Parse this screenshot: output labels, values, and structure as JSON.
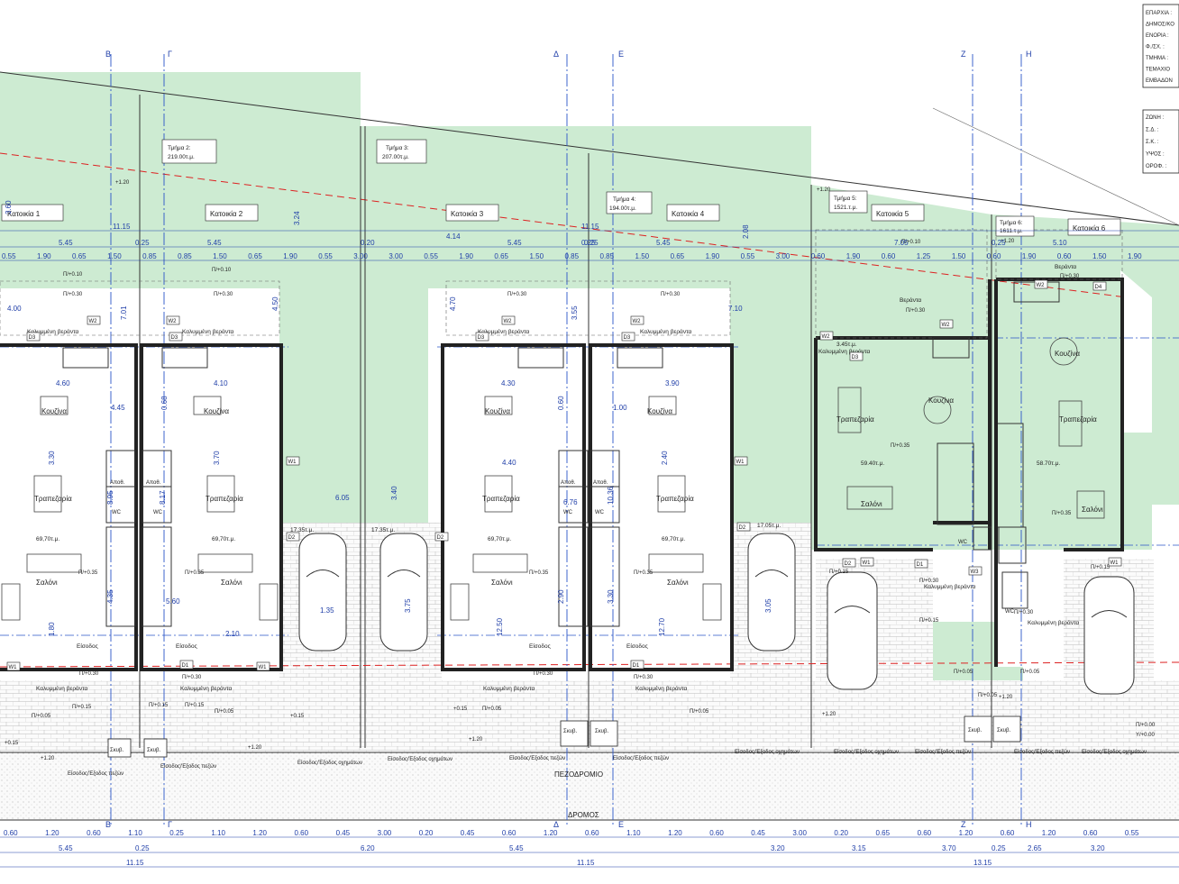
{
  "title_block": {
    "labels": [
      "ΕΠΑΡΧΙΑ :",
      "ΔΗΜΟΣ/ΚΟ",
      "ΕΝΟΡΙΑ :",
      "Φ./ΣΧ. :",
      "ΤΜΗΜΑ :",
      "ΤΕΜΑΧΙΟ",
      "ΕΜΒΑΔΟΝ"
    ],
    "zoning": [
      "ΖΩΝΗ :",
      "Σ.Δ. :",
      "Σ.Κ. :",
      "ΥΨΟΣ :",
      "ΟΡΟΦ. :"
    ]
  },
  "axes": [
    "Β",
    "Γ",
    "Δ",
    "Ε",
    "Ζ",
    "Η"
  ],
  "houses": [
    {
      "label": "Κατοικία 1"
    },
    {
      "label": "Κατοικία 2"
    },
    {
      "label": "Κατοικία 3"
    },
    {
      "label": "Κατοικία 4"
    },
    {
      "label": "Κατοικία 5"
    },
    {
      "label": "Κατοικία 6"
    }
  ],
  "plots": [
    {
      "name": "Τμήμα 2:",
      "area": "219.00τ.μ."
    },
    {
      "name": "Τμήμα 3:",
      "area": "207.00τ.μ."
    },
    {
      "name": "Τμήμα 4:",
      "area": "194.00τ.μ."
    },
    {
      "name": "Τμήμα 5:",
      "area": "1521.τ.μ."
    },
    {
      "name": "Τμήμα 6:",
      "area": "1611.τ.μ."
    }
  ],
  "rooms": {
    "kitchen": "Κουζίνα",
    "dining": "Τραπεζαρία",
    "living": "Σαλόνι",
    "entrance": "Είσοδος",
    "covered_veranda": "Καλυμμένη βεράντα",
    "veranda": "Βεράντα",
    "storage": "Αποθ.",
    "wc": "WC",
    "bins": "Σκυβ."
  },
  "areas": {
    "house1": "69,70τ.μ.",
    "house2": "69,70τ.μ.",
    "house3": "69,70τ.μ.",
    "house4": "69,70τ.μ.",
    "house5": "59.40τ.μ.",
    "house6": "58.70τ.μ.",
    "veranda5": "3.45τ.μ.",
    "carport2": "17.35τ.μ.",
    "carport3": "17.35τ.μ.",
    "carport4": "17.05τ.μ."
  },
  "levels": {
    "floor": "Π/+0.35",
    "terrace": "Π/+0.30",
    "veranda": "Π/+0.10",
    "yard": "Π/+0.05",
    "path": "Π/+0.15",
    "road": "Π/+0.00",
    "y": "Υ/",
    "y0": "Υ/+0.00",
    "wall": "+1.20",
    "wall2": "+0.15"
  },
  "access": {
    "vehicles": "Είσοδος/Έξοδος οχημάτων",
    "pedestrians": "Είσοδος/Έξοδος πεζών",
    "pavement": "ΠΕΖΟΔΡΟΜΙΟ",
    "road": "ΔΡΟΜΟΣ"
  },
  "dims": {
    "top_row1": [
      "11.15",
      "11.15"
    ],
    "top_row2": [
      "5.45",
      "0.25",
      "5.45",
      "0.20",
      "5.45",
      "0.25",
      "5.45",
      "0.25",
      "7.05",
      "0.25",
      "5.10"
    ],
    "top_row3": [
      "0.55",
      "1.90",
      "0.65",
      "1.50",
      "0.85",
      "0.85",
      "1.50",
      "0.65",
      "1.90",
      "0.55",
      "3.00",
      "3.00",
      "0.55",
      "1.90",
      "0.65",
      "1.50",
      "0.85",
      "0.85",
      "1.50",
      "0.65",
      "1.90",
      "0.55",
      "3.00",
      "0.60",
      "1.90",
      "0.60",
      "1.25",
      "1.50",
      "0.60",
      "1.90",
      "0.60",
      "1.50",
      "1.90"
    ],
    "bottom_row1": [
      "0.60",
      "1.20",
      "0.60",
      "1.10",
      "0.25",
      "1.10",
      "1.20",
      "0.60",
      "0.45",
      "3.00",
      "0.20",
      "0.45",
      "0.60",
      "1.20",
      "0.60",
      "1.10",
      "1.20",
      "0.60",
      "0.45",
      "3.00",
      "0.20",
      "0.65",
      "0.60",
      "1.20",
      "0.60",
      "1.20",
      "0.60",
      "0.55"
    ],
    "bottom_row2": [
      "5.45",
      "0.25",
      "6.20",
      "5.45",
      "3.20",
      "3.15",
      "3.70",
      "0.25",
      "2.65",
      "3.20"
    ],
    "bottom_row3": [
      "11.15",
      "11.15",
      "13.15"
    ],
    "house_internal": [
      "4.60",
      "4.10",
      "4.30",
      "3.90",
      "3.30",
      "3.70",
      "4.40",
      "2.40",
      "1.80",
      "2.10",
      "12.50",
      "12.70",
      "4.45",
      "0.68",
      "0.60",
      "1.00",
      "8.95",
      "8.17",
      "6.76",
      "10.36",
      "4.35",
      "5.60",
      "2.90",
      "3.30",
      "4.00",
      "4.50",
      "4.70",
      "7.10",
      "7.01",
      "3.55",
      "6.05",
      "3.40",
      "3.24",
      "4.14",
      "2.08",
      "3.60",
      "1.35",
      "3.75",
      "3.05"
    ]
  },
  "markers": [
    "W1",
    "W2",
    "D1",
    "D2",
    "D3",
    "W3",
    "D4"
  ]
}
